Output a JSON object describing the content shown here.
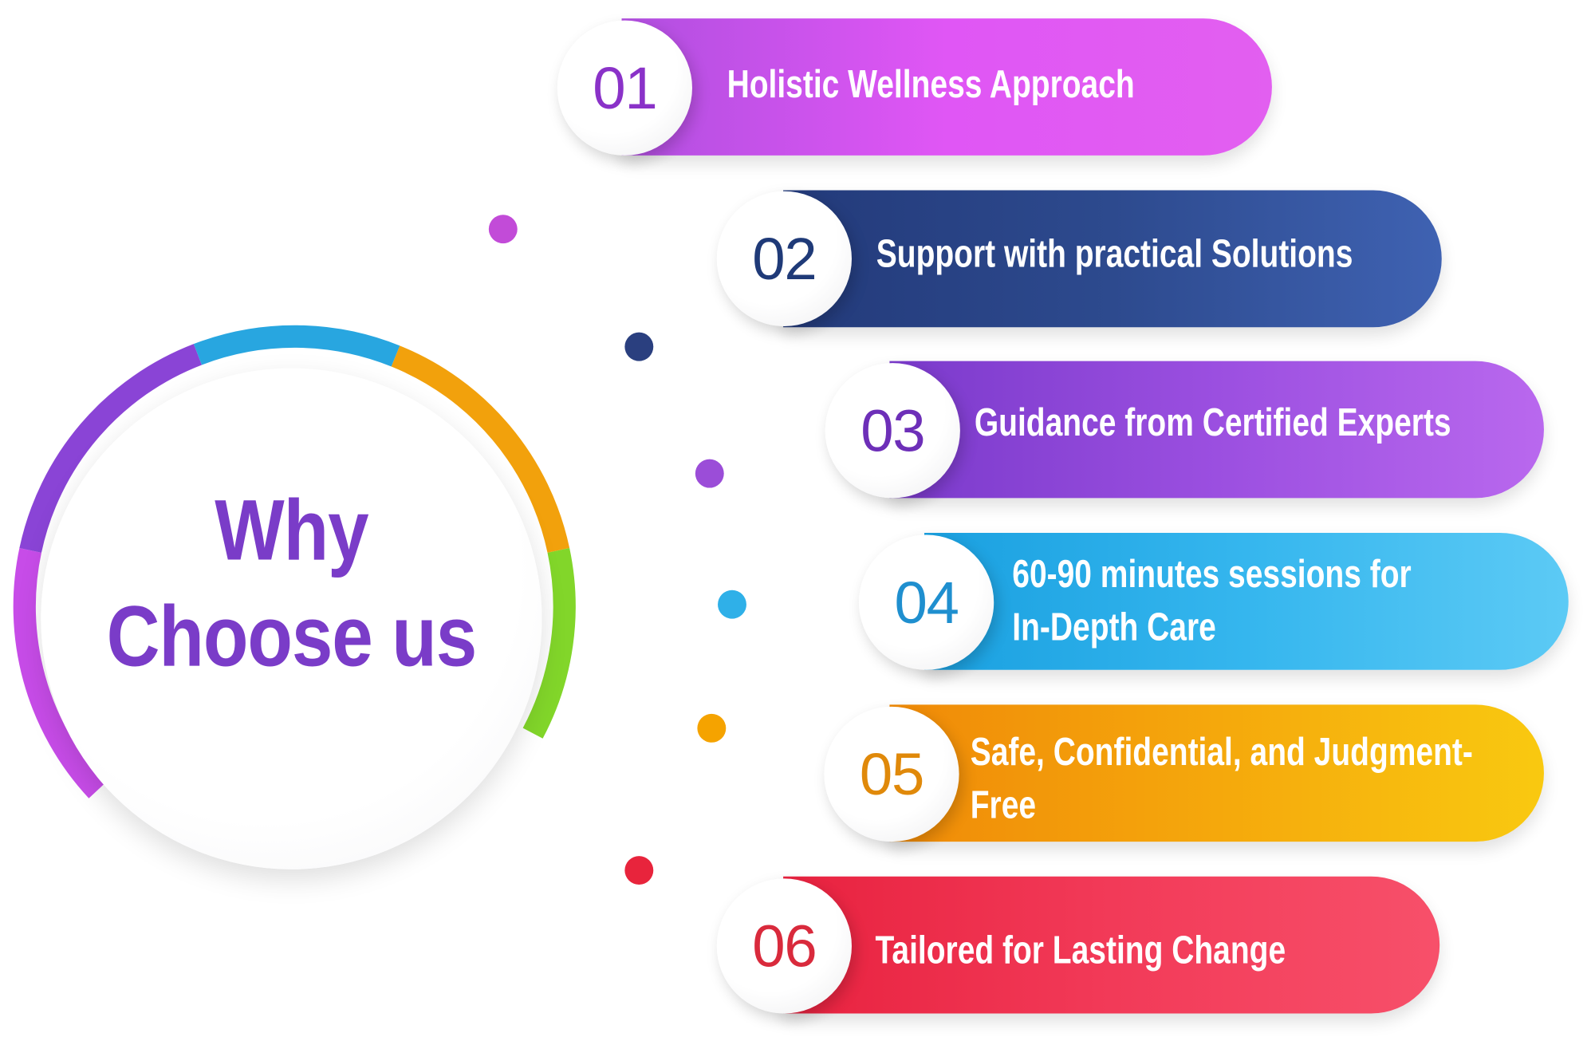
{
  "hub": {
    "title_line1": "Why",
    "title_line2": "Choose us",
    "title_color": "#7a3cc8"
  },
  "ring_colors": [
    "#c74ce8",
    "#8a44d6",
    "#28a6e0",
    "#f2a10c",
    "#82d62a"
  ],
  "dot_colors": [
    "#c24bd8",
    "#2a3f7f",
    "#9b4dd8",
    "#2fb0e8",
    "#f5a300",
    "#e8243c"
  ],
  "items": [
    {
      "number": "01",
      "label": "Holistic Wellness Approach",
      "number_color": "#8a32c8",
      "gradient": [
        "#b14fe0",
        "#e056f5",
        "#e25ff0"
      ]
    },
    {
      "number": "02",
      "label": "Support with practical  Solutions",
      "number_color": "#1f3a78",
      "gradient": [
        "#233a7a",
        "#2d4a8e",
        "#3f62b2"
      ]
    },
    {
      "number": "03",
      "label": "Guidance from Certified Experts",
      "number_color": "#6d2fb8",
      "gradient": [
        "#7a3acb",
        "#9b4fe0",
        "#b968ee"
      ]
    },
    {
      "number": "04",
      "label": "60-90 minutes sessions for In-Depth Care",
      "label_lines": [
        "60-90 minutes sessions for",
        "In-Depth Care"
      ],
      "number_color": "#1f8fcf",
      "gradient": [
        "#1aa0e0",
        "#35b6ee",
        "#5ccaf5"
      ]
    },
    {
      "number": "05",
      "label": "Safe, Confidential, and Judgment-Free",
      "label_lines": [
        "Safe, Confidential, and Judgment-",
        "Free"
      ],
      "number_color": "#e0890a",
      "gradient": [
        "#f08a08",
        "#f5a80c",
        "#f9c910"
      ]
    },
    {
      "number": "06",
      "label": "Tailored for Lasting Change",
      "number_color": "#d92a3c",
      "gradient": [
        "#e8223f",
        "#f23a58",
        "#f7506a"
      ]
    }
  ]
}
